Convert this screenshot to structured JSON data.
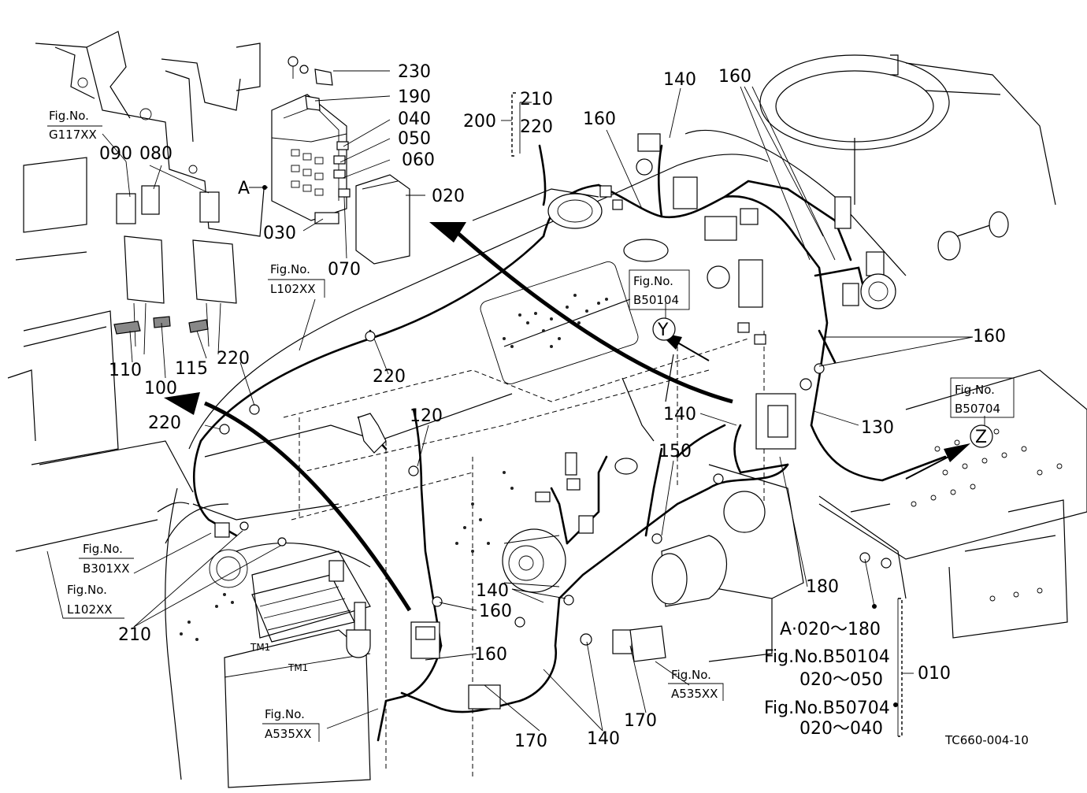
{
  "figure_code": "TC660-004-10",
  "part_numbers": {
    "p230": "230",
    "p190": "190",
    "p040": "040",
    "p050": "050",
    "p060": "060",
    "p020": "020",
    "p030": "030",
    "p070": "070",
    "p090": "090",
    "p080": "080",
    "p110": "110",
    "p100": "100",
    "p115": "115",
    "p220a": "220",
    "p220b": "220",
    "p220c": "220",
    "p220d": "220",
    "p210": "210",
    "p210b": "210",
    "p220top": "220",
    "p200": "200",
    "p160a": "160",
    "p140a": "140",
    "p160b": "160",
    "p160c": "160",
    "p130": "130",
    "p140b": "140",
    "p150": "150",
    "p120": "120",
    "p140c": "140",
    "p160d": "160",
    "p160e": "160",
    "p180": "180",
    "p170a": "170",
    "p140d": "140",
    "p170b": "170",
    "p010": "010"
  },
  "markers": {
    "a": "A",
    "y": "Y",
    "z": "Z"
  },
  "references": {
    "fig_label": "Fig.No.",
    "g117": "G117XX",
    "l102_top": "L102XX",
    "b50104": "B50104",
    "b50704": "B50704",
    "b301": "B301XX",
    "l102_bottom": "L102XX",
    "a535_center": "A535XX",
    "a535_bottom": "A535XX"
  },
  "legend": {
    "line1": "A·020～180",
    "line2": "Fig.No.B50104",
    "line3": "020～050",
    "line4": "Fig.No.B50704",
    "line5": "020～040"
  },
  "decals": {
    "battery_a": "TM1",
    "battery_b": "TM1"
  }
}
